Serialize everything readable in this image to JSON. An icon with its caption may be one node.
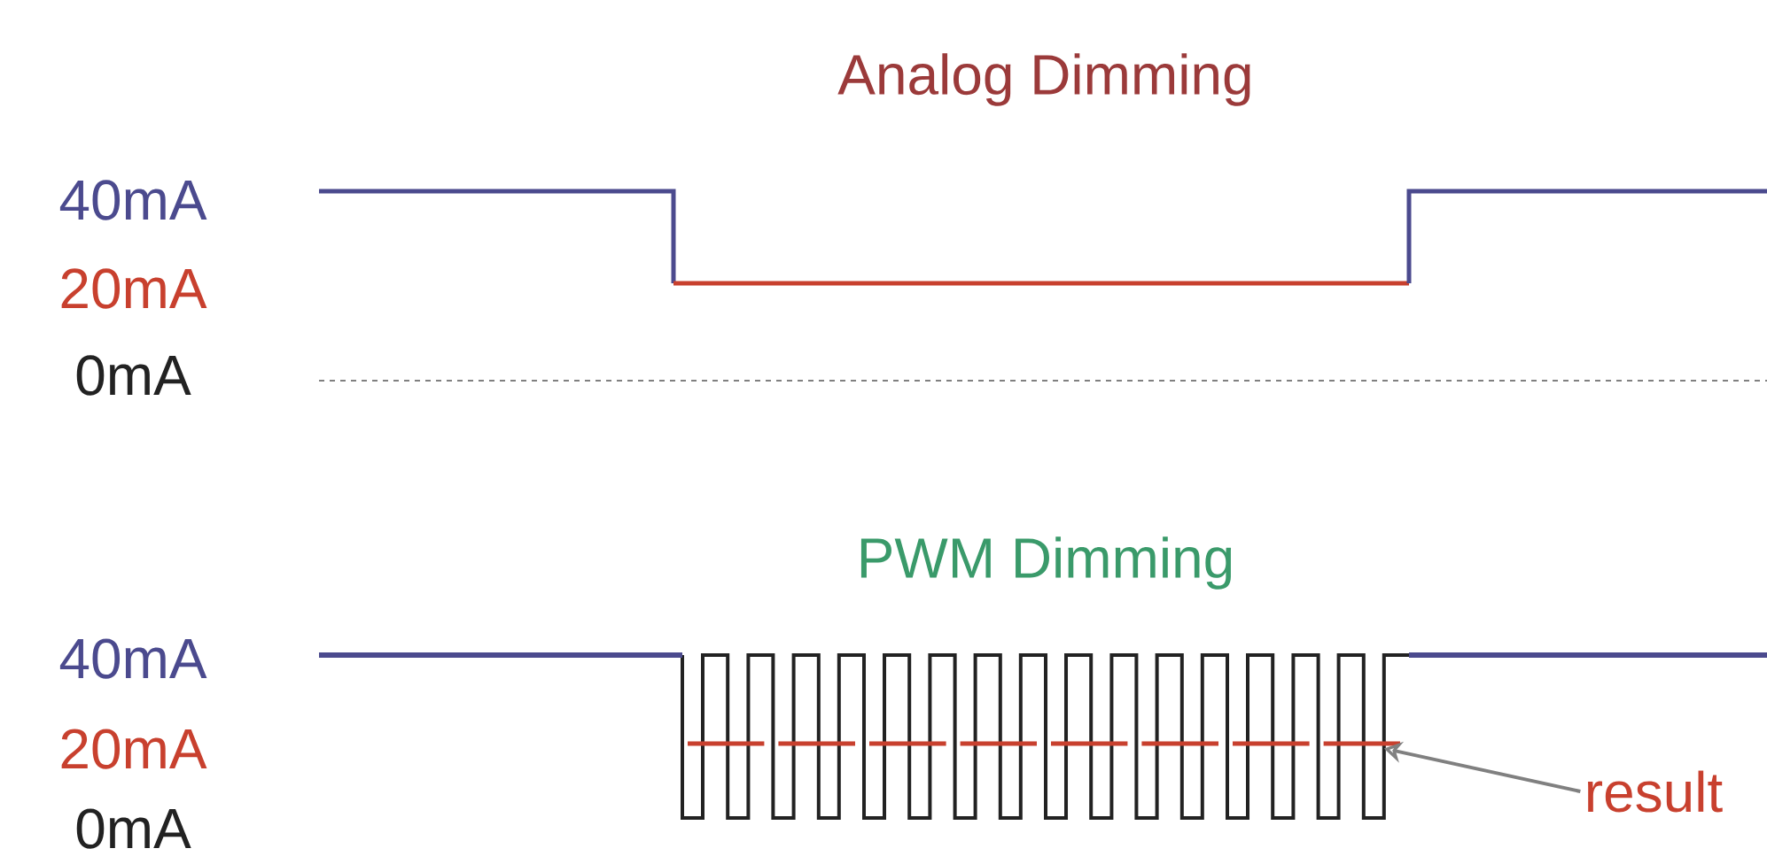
{
  "diagram": {
    "nodes": [
      {
        "text": [
          "result"
        ]
      },
      {
        "text": [],
        "shape": "bar"
      }
    ],
    "edges": [
      {
        "from": 0,
        "to": 1,
        "arrow": "to"
      }
    ],
    "labels": [
      "Analog Dimming",
      "40mA",
      "20mA",
      "0mA",
      "PWM Dimming",
      "40mA",
      "20mA",
      "0mA"
    ]
  }
}
